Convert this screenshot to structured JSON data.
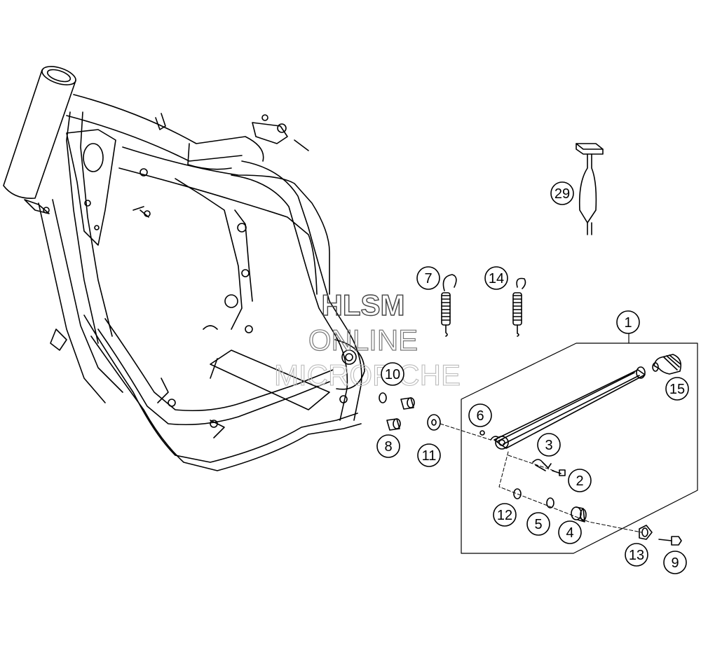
{
  "callouts": [
    {
      "id": "c1",
      "label": "1"
    },
    {
      "id": "c2",
      "label": "2"
    },
    {
      "id": "c3",
      "label": "3"
    },
    {
      "id": "c4",
      "label": "4"
    },
    {
      "id": "c5",
      "label": "5"
    },
    {
      "id": "c6",
      "label": "6"
    },
    {
      "id": "c7",
      "label": "7"
    },
    {
      "id": "c8",
      "label": "8"
    },
    {
      "id": "c9",
      "label": "9"
    },
    {
      "id": "c10",
      "label": "10"
    },
    {
      "id": "c11",
      "label": "11"
    },
    {
      "id": "c12",
      "label": "12"
    },
    {
      "id": "c13",
      "label": "13"
    },
    {
      "id": "c14",
      "label": "14"
    },
    {
      "id": "c15",
      "label": "15"
    },
    {
      "id": "c29",
      "label": "29"
    }
  ],
  "watermark": {
    "line1": "HLSM",
    "line2": "ONLINE",
    "line3": "MICROFICHE"
  },
  "colors": {
    "line": "#000000",
    "watermark_dark": "#444444",
    "watermark_light": "#bbbbbb"
  }
}
